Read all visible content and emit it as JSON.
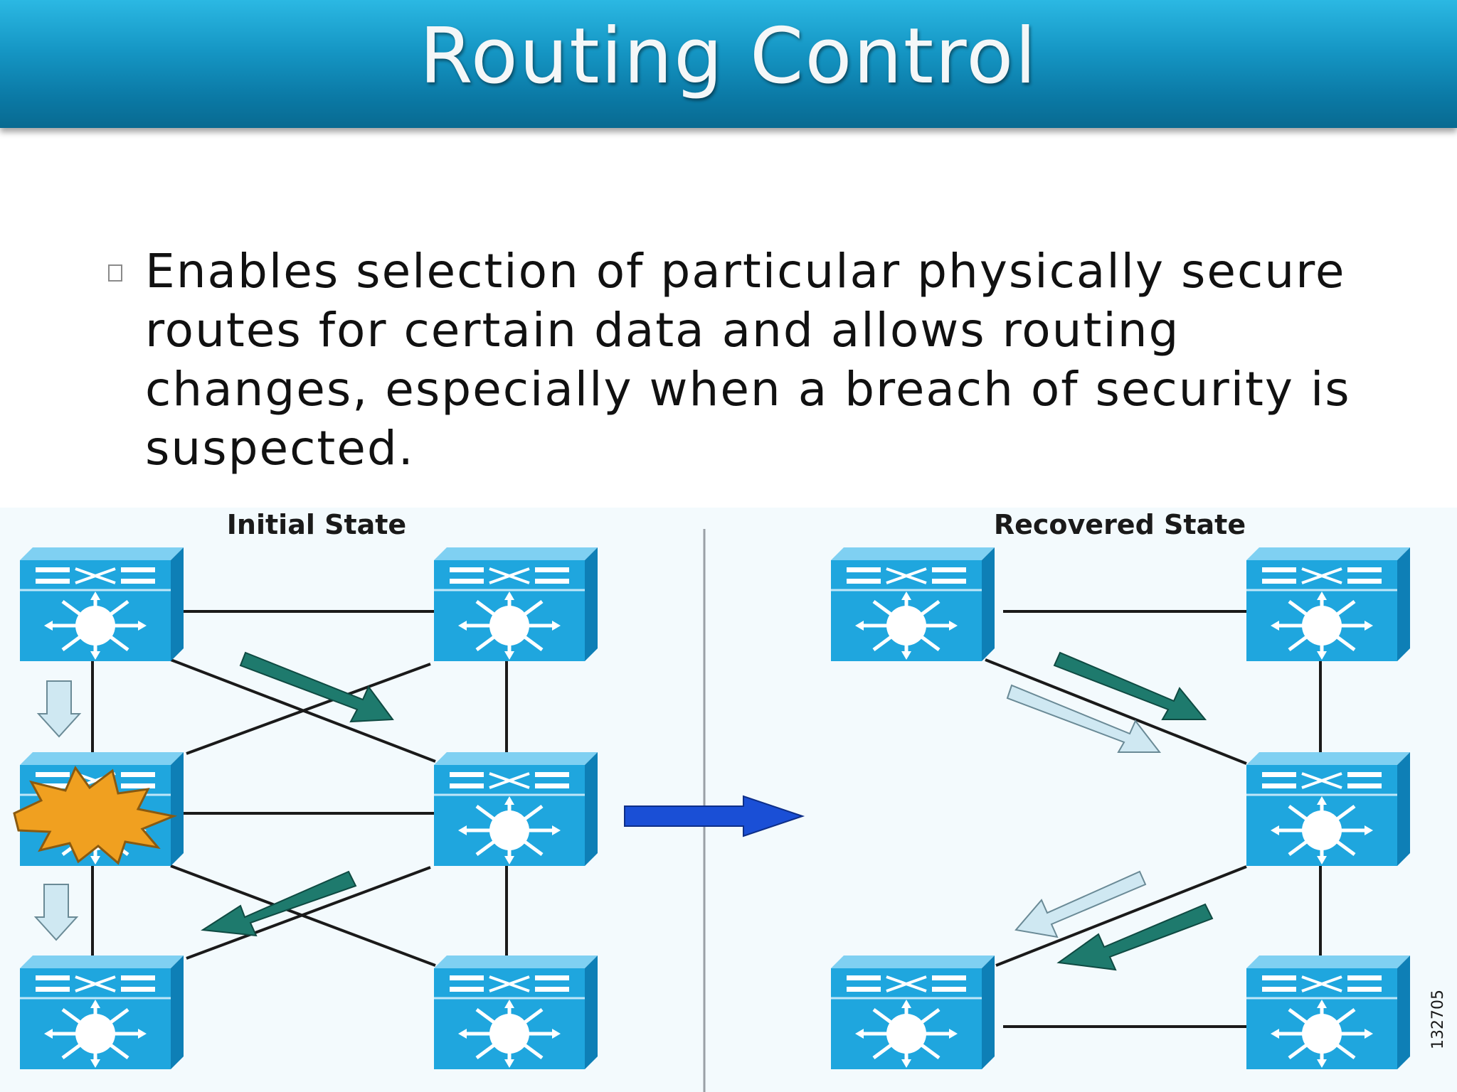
{
  "slide": {
    "title": "Routing Control",
    "bullet_text": "Enables selection of particular physically secure routes for certain data and allows routing changes, especially when a breach of security is suspected."
  },
  "diagram": {
    "panels": [
      {
        "label": "Initial State"
      },
      {
        "label": "Recovered State"
      }
    ],
    "figure_id": "132705",
    "colors": {
      "switch": "#1fa6de",
      "switch_dark": "#0e7fb6",
      "route_arrow": "#1e7a6d",
      "alt_arrow": "#cfe8f2",
      "transition_arrow": "#1a4fd6",
      "failure_burst": "#f0a020",
      "background": "#f3fafd"
    }
  }
}
